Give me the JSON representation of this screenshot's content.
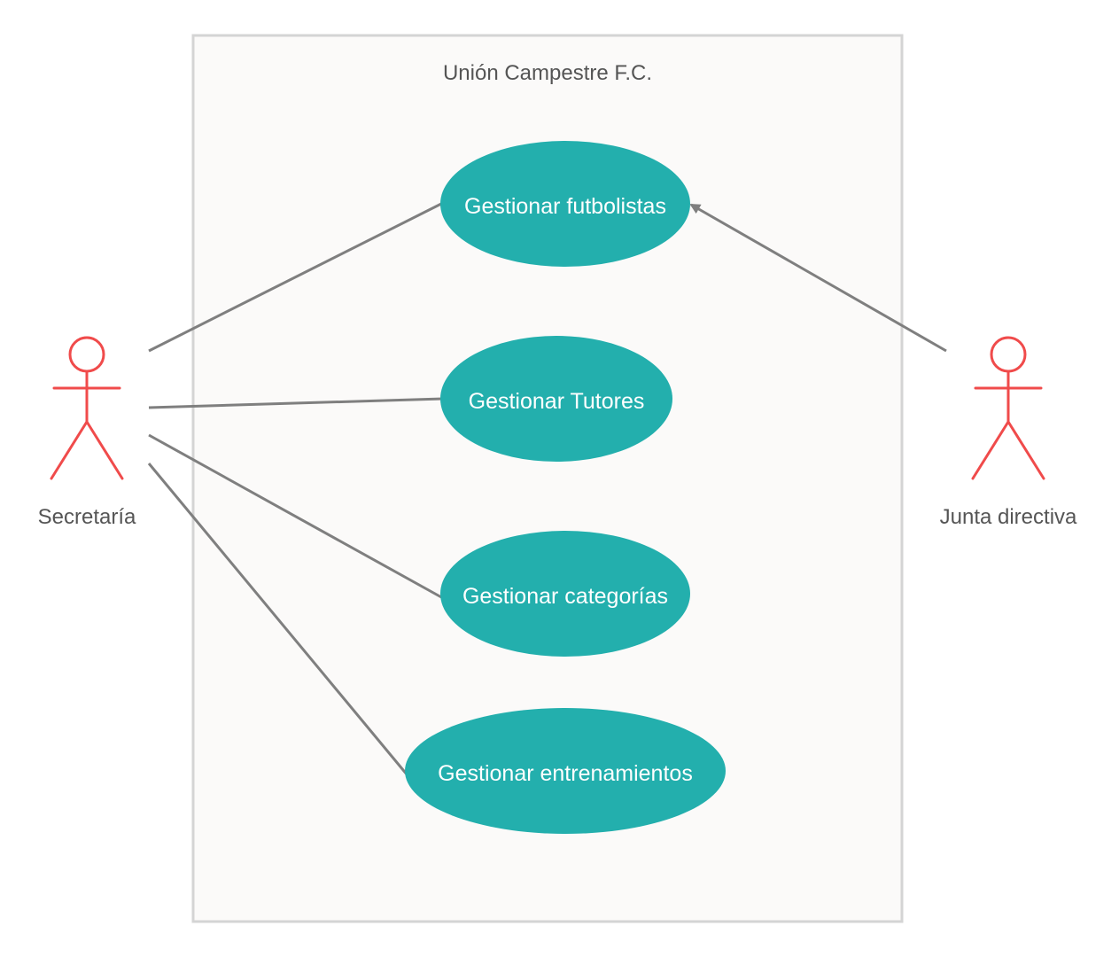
{
  "system": {
    "title": "Unión Campestre F.C."
  },
  "actors": {
    "secretaria": {
      "label": "Secretaría"
    },
    "junta": {
      "label": "Junta directiva"
    }
  },
  "use_cases": {
    "futbolistas": {
      "label": "Gestionar futbolistas"
    },
    "tutores": {
      "label": "Gestionar Tutores"
    },
    "categorias": {
      "label": "Gestionar categorías"
    },
    "entrenamientos": {
      "label": "Gestionar entrenamientos"
    }
  },
  "colors": {
    "use_case_fill": "#23afad",
    "actor_stroke": "#f04b4b",
    "line": "#7f7f7f",
    "system_fill": "#fbfaf9",
    "system_border": "#d4d4d4"
  }
}
